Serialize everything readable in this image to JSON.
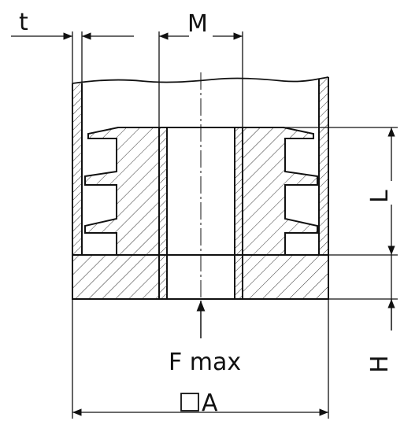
{
  "labels": {
    "t": "t",
    "M": "M",
    "L": "L",
    "H": "H",
    "F_max": "F max",
    "A": "A"
  },
  "colors": {
    "line": "#111111",
    "hatch": "#333333",
    "background": "#ffffff"
  }
}
